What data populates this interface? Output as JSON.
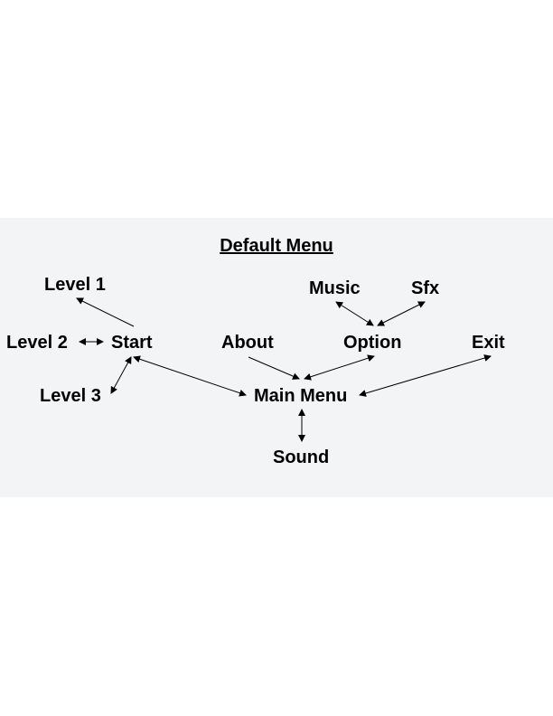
{
  "diagram": {
    "title": "Default Menu",
    "nodes": {
      "level1": "Level 1",
      "level2": "Level 2",
      "level3": "Level 3",
      "start": "Start",
      "about": "About",
      "option": "Option",
      "exit": "Exit",
      "music": "Music",
      "sfx": "Sfx",
      "main_menu": "Main Menu",
      "sound": "Sound"
    },
    "edges": [
      {
        "from": "start",
        "to": "level1",
        "direction": "forward"
      },
      {
        "from": "level2",
        "to": "start",
        "direction": "both"
      },
      {
        "from": "start",
        "to": "level3",
        "direction": "both"
      },
      {
        "from": "start",
        "to": "main_menu",
        "direction": "both"
      },
      {
        "from": "about",
        "to": "main_menu",
        "direction": "forward"
      },
      {
        "from": "main_menu",
        "to": "option",
        "direction": "both"
      },
      {
        "from": "main_menu",
        "to": "exit",
        "direction": "both"
      },
      {
        "from": "music",
        "to": "option",
        "direction": "both"
      },
      {
        "from": "sfx",
        "to": "option",
        "direction": "both"
      },
      {
        "from": "main_menu",
        "to": "sound",
        "direction": "both"
      }
    ]
  }
}
